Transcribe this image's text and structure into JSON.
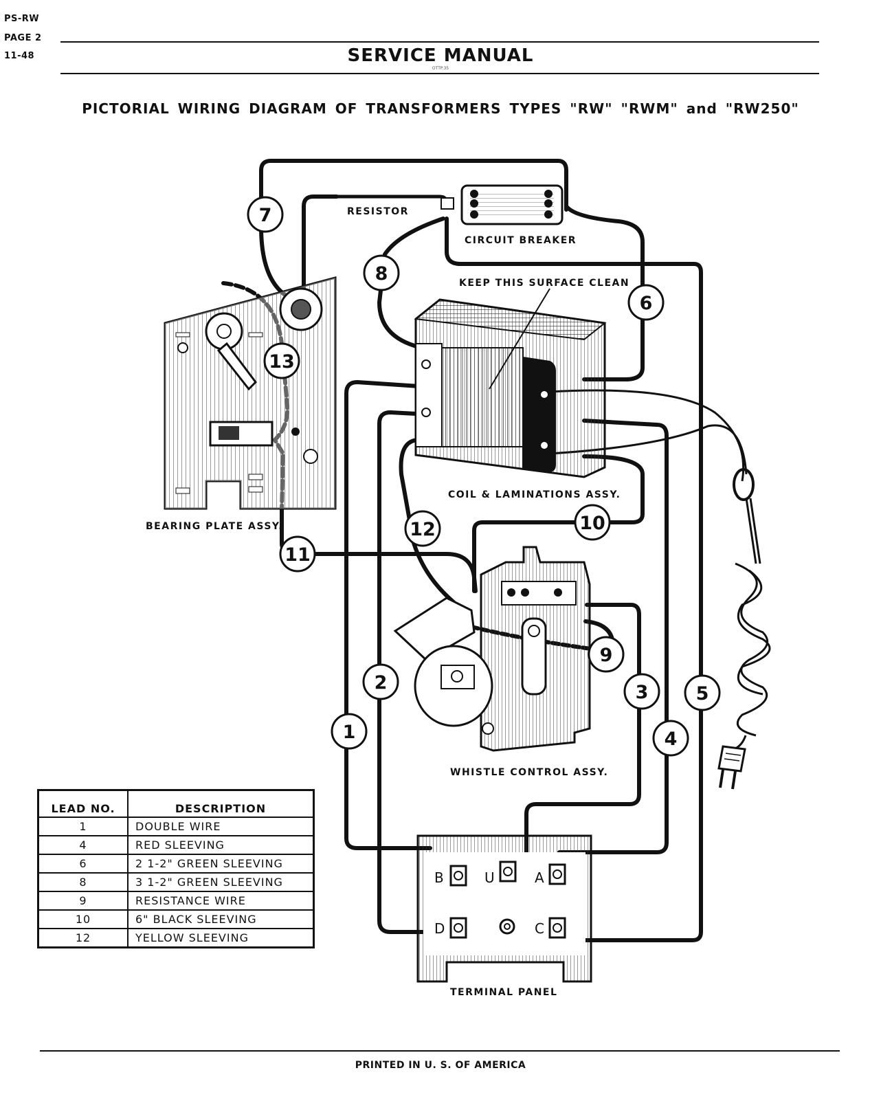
{
  "header": {
    "model": "PS-RW",
    "page": "PAGE 2",
    "date": "11-48",
    "title": "SERVICE MANUAL",
    "code": "OTTP.35"
  },
  "subtitle": "PICTORIAL WIRING DIAGRAM OF TRANSFORMERS TYPES \"RW\" \"RWM\" and \"RW250\"",
  "labels": {
    "resistor": "RESISTOR",
    "circuit_breaker": "CIRCUIT BREAKER",
    "keep_clean": "KEEP THIS SURFACE CLEAN",
    "coil": "COIL & LAMINATIONS ASSY.",
    "bearing_plate": "BEARING PLATE ASSY.",
    "whistle": "WHISTLE CONTROL ASSY.",
    "terminal_panel": "TERMINAL PANEL"
  },
  "lead_numbers": [
    "1",
    "2",
    "3",
    "4",
    "5",
    "6",
    "7",
    "8",
    "9",
    "10",
    "11",
    "12",
    "13"
  ],
  "terminals": [
    "B",
    "U",
    "A",
    "D",
    "C"
  ],
  "table": {
    "headers": [
      "LEAD NO.",
      "DESCRIPTION"
    ],
    "rows": [
      [
        "1",
        "DOUBLE  WIRE"
      ],
      [
        "4",
        "RED  SLEEVING"
      ],
      [
        "6",
        "2  1-2\"  GREEN SLEEVING"
      ],
      [
        "8",
        "3  1-2\"  GREEN SLEEVING"
      ],
      [
        "9",
        "RESISTANCE  WIRE"
      ],
      [
        "10",
        "6\"  BLACK  SLEEVING"
      ],
      [
        "12",
        "YELLOW  SLEEVING"
      ]
    ]
  },
  "footer": "PRINTED IN U. S. OF AMERICA"
}
